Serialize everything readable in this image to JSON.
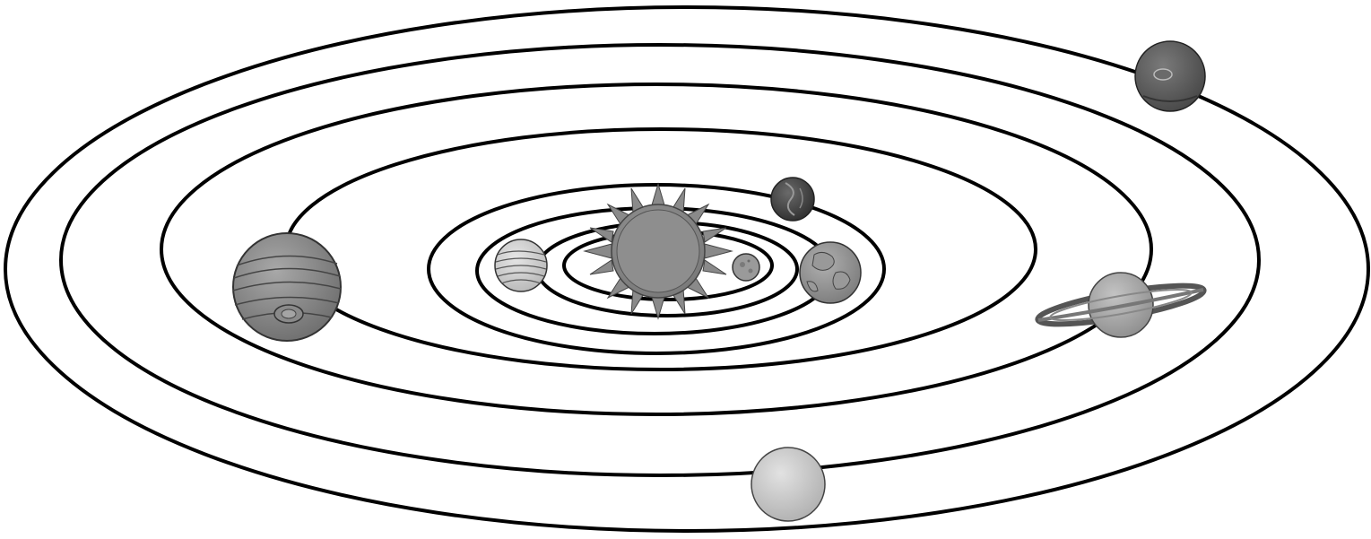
{
  "diagram": {
    "kind": "solar-system-orbits",
    "style": "grayscale line illustration",
    "orbit_count": 8,
    "colors": {
      "background": "#ffffff",
      "orbit_line": "#000000",
      "sun": "#8a8a8a",
      "planet_outline": "#333333"
    },
    "bodies": [
      {
        "id": "sun",
        "icon": "sun-icon"
      },
      {
        "id": "planet-1",
        "icon": "small-planet-icon"
      },
      {
        "id": "planet-2",
        "icon": "banded-planet-icon"
      },
      {
        "id": "planet-3",
        "icon": "globe-icon"
      },
      {
        "id": "planet-4",
        "icon": "dark-planet-icon"
      },
      {
        "id": "planet-5",
        "icon": "gas-giant-icon"
      },
      {
        "id": "planet-6",
        "icon": "ringed-planet-icon"
      },
      {
        "id": "planet-7",
        "icon": "pale-planet-icon"
      },
      {
        "id": "planet-8",
        "icon": "blue-planet-icon"
      }
    ]
  }
}
